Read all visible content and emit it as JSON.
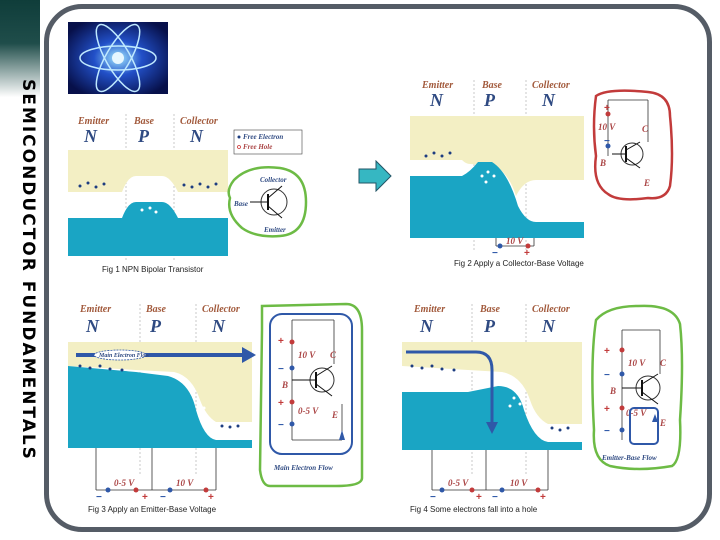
{
  "title": "SEMICONDUCTOR FUNDAMENTALS",
  "colors": {
    "band_top": "#f3efc4",
    "band_bottom": "#1aa5c4",
    "green_border": "#6dbb45",
    "red_border": "#c23b3b",
    "blue_border": "#2f58a8",
    "arrow": "#36b7c2"
  },
  "fig1": {
    "emitter": "Emitter",
    "base": "Base",
    "collector": "Collector",
    "n1": "N",
    "p": "P",
    "n2": "N",
    "legend_electron": "Free Electron",
    "legend_hole": "Free Hole",
    "sym_collector": "Collector",
    "sym_base": "Base",
    "sym_emitter": "Emitter",
    "caption": "Fig 1  NPN Bipolar Transistor"
  },
  "fig2": {
    "emitter": "Emitter",
    "base": "Base",
    "collector": "Collector",
    "n1": "N",
    "p": "P",
    "n2": "N",
    "v10": "10 V",
    "c": "C",
    "b": "B",
    "e": "E",
    "plus": "+",
    "minus": "−",
    "bottom_v": "10 V",
    "caption": "Fig 2  Apply a Collector-Base Voltage"
  },
  "fig3": {
    "emitter": "Emitter",
    "base": "Base",
    "collector": "Collector",
    "n1": "N",
    "p": "P",
    "n2": "N",
    "flow_label": "Main Electron Flow",
    "v10": "10 V",
    "v05": "0-5 V",
    "c": "C",
    "b": "B",
    "e": "E",
    "plus": "+",
    "minus": "−",
    "inset_caption": "Main Electron Flow",
    "bottom_v1": "0-5 V",
    "bottom_v2": "10 V",
    "caption": "Fig 3  Apply an Emitter-Base Voltage"
  },
  "fig4": {
    "emitter": "Emitter",
    "base": "Base",
    "collector": "Collector",
    "n1": "N",
    "p": "P",
    "n2": "N",
    "v10": "10 V",
    "v05": "0-5 V",
    "c": "C",
    "b": "B",
    "e": "E",
    "plus": "+",
    "minus": "−",
    "inset_caption": "Emitter-Base Flow",
    "bottom_v1": "0-5 V",
    "bottom_v2": "10 V",
    "caption": "Fig 4  Some electrons fall into a hole"
  }
}
